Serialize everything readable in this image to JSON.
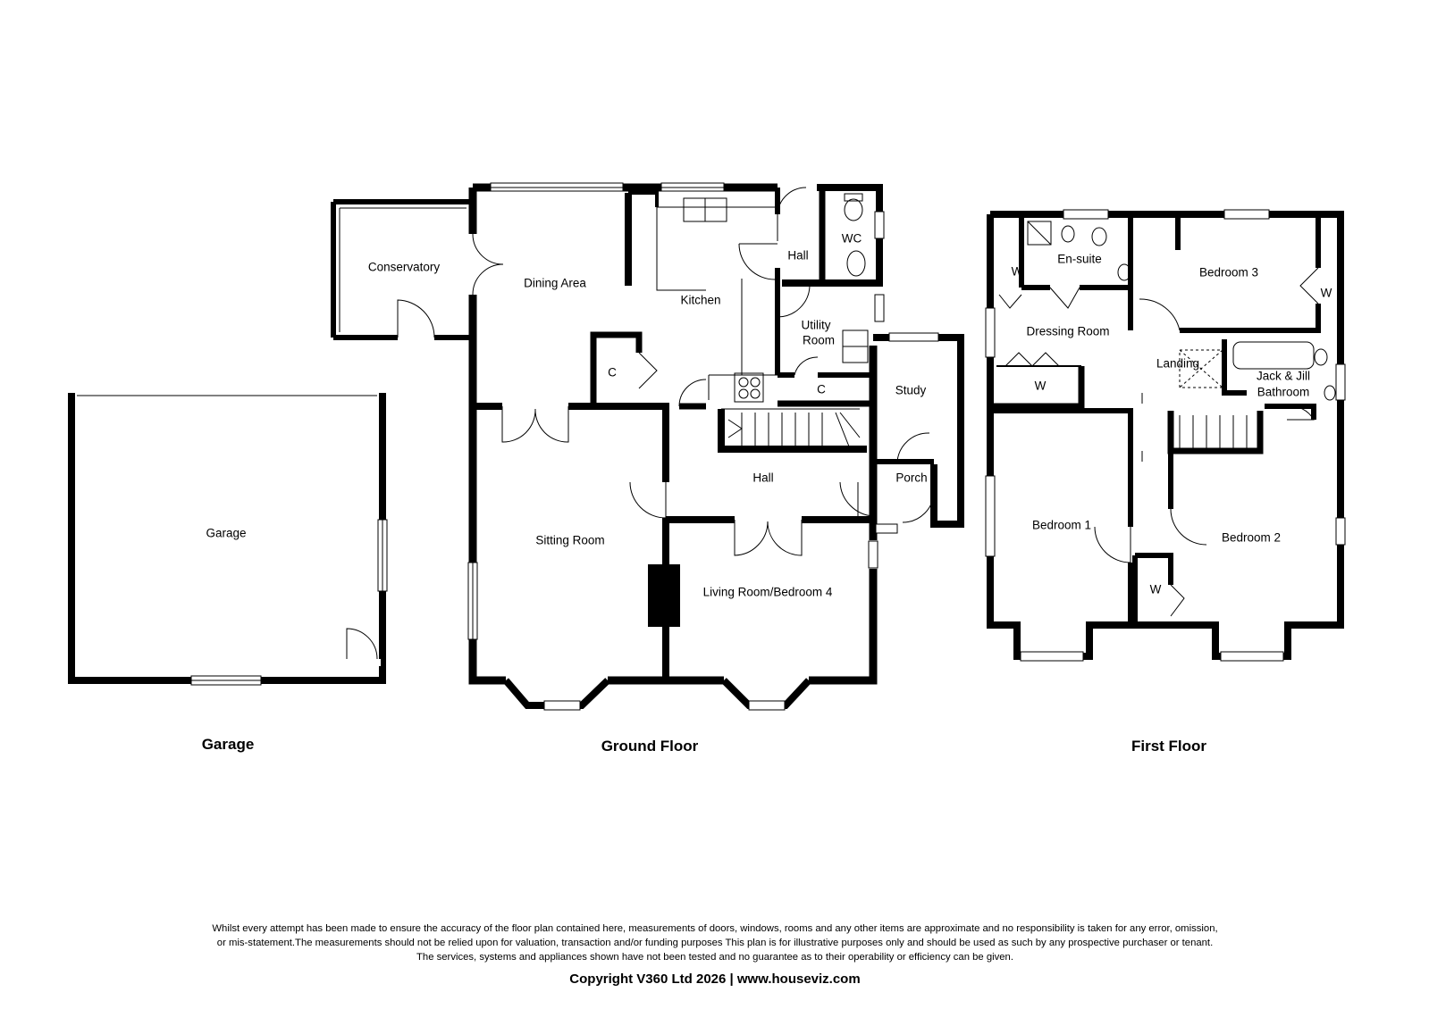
{
  "floors": {
    "garage": "Garage",
    "ground": "Ground Floor",
    "first": "First Floor"
  },
  "rooms": {
    "garage": "Garage",
    "conservatory": "Conservatory",
    "dining_area": "Dining Area",
    "kitchen": "Kitchen",
    "hall_rear": "Hall",
    "wc": "WC",
    "utility_room_line1": "Utility",
    "utility_room_line2": "Room",
    "cupboard_kitchen": "C",
    "cupboard_utility": "C",
    "study": "Study",
    "hall_main": "Hall",
    "porch": "Porch",
    "sitting_room": "Sitting Room",
    "living_room": "Living Room/Bedroom 4",
    "wardrobe_dressing_top": "W",
    "en_suite": "En-suite",
    "dressing_room": "Dressing Room",
    "wardrobe_dressing_bottom": "W",
    "bedroom_3": "Bedroom 3",
    "wardrobe_bedroom_3": "W",
    "landing": "Landing",
    "bathroom_line1": "Jack & Jill",
    "bathroom_line2": "Bathroom",
    "bedroom_1": "Bedroom 1",
    "bedroom_2": "Bedroom 2",
    "wardrobe_bedroom_2": "W"
  },
  "disclaimer": {
    "line1": "Whilst every attempt has been made to ensure the accuracy of the floor plan contained here, measurements of doors, windows, rooms and any other items are approximate and no responsibility is taken for any error, omission,",
    "line2": "or mis-statement.The measurements should not be relied upon for valuation, transaction and/or funding purposes This plan is for illustrative purposes only and should be used as such by any prospective purchaser or tenant.",
    "line3": "The services, systems and appliances shown have not been tested and no guarantee as to their operability or efficiency can be given."
  },
  "copyright": "Copyright V360 Ltd 2026 | www.houseviz.com"
}
